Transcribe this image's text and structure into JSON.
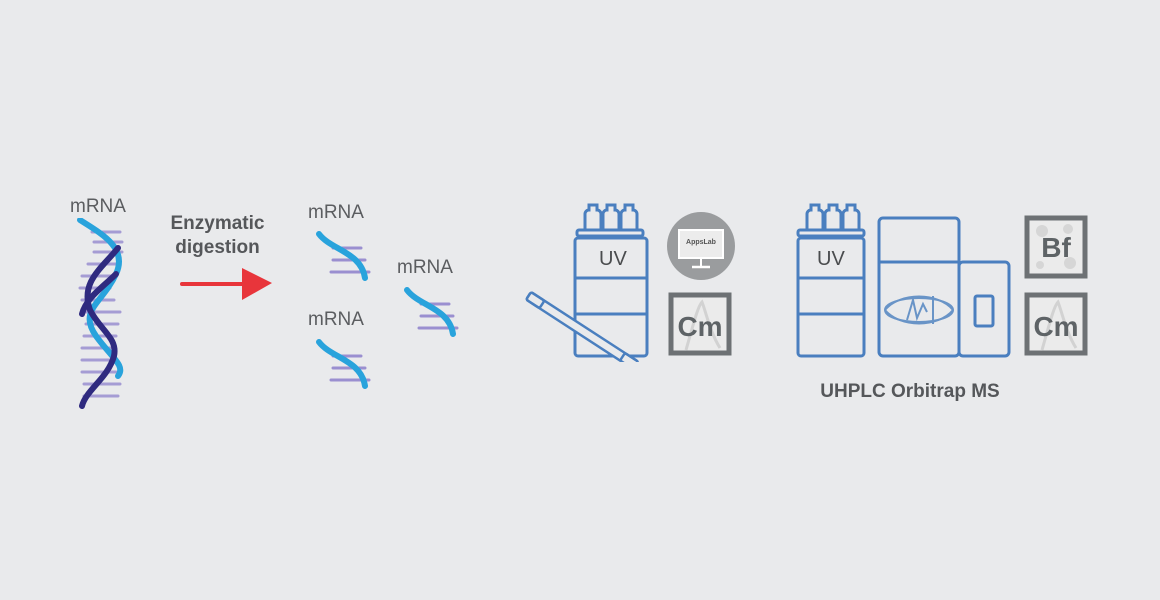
{
  "diagram": {
    "step1": {
      "label": "mRNA"
    },
    "step2": {
      "label_line1": "Enzymatic",
      "label_line2": "digestion",
      "arrow_color": "#e8353b"
    },
    "step3": {
      "fragments": [
        {
          "label": "mRNA"
        },
        {
          "label": "mRNA"
        },
        {
          "label": "mRNA"
        }
      ]
    },
    "step4": {
      "module_label": "UV",
      "software": [
        {
          "name": "AppsLab",
          "icon": "appslab-monitor-icon"
        },
        {
          "name": "Cm",
          "icon": "chromeleon-icon"
        }
      ]
    },
    "step5": {
      "module_label": "UV",
      "instrument_caption": "UHPLC Orbitrap MS",
      "software": [
        {
          "name": "Bf",
          "icon": "biopharma-finder-icon"
        },
        {
          "name": "Cm",
          "icon": "chromeleon-icon"
        }
      ]
    },
    "colors": {
      "background": "#e9eaec",
      "instrument_blue": "#4a7fbf",
      "dna_cyan": "#29a3dc",
      "dna_navy": "#2f2a7f",
      "dna_rungs": "#9a8fd0",
      "tile_gray": "#6d7174"
    }
  }
}
